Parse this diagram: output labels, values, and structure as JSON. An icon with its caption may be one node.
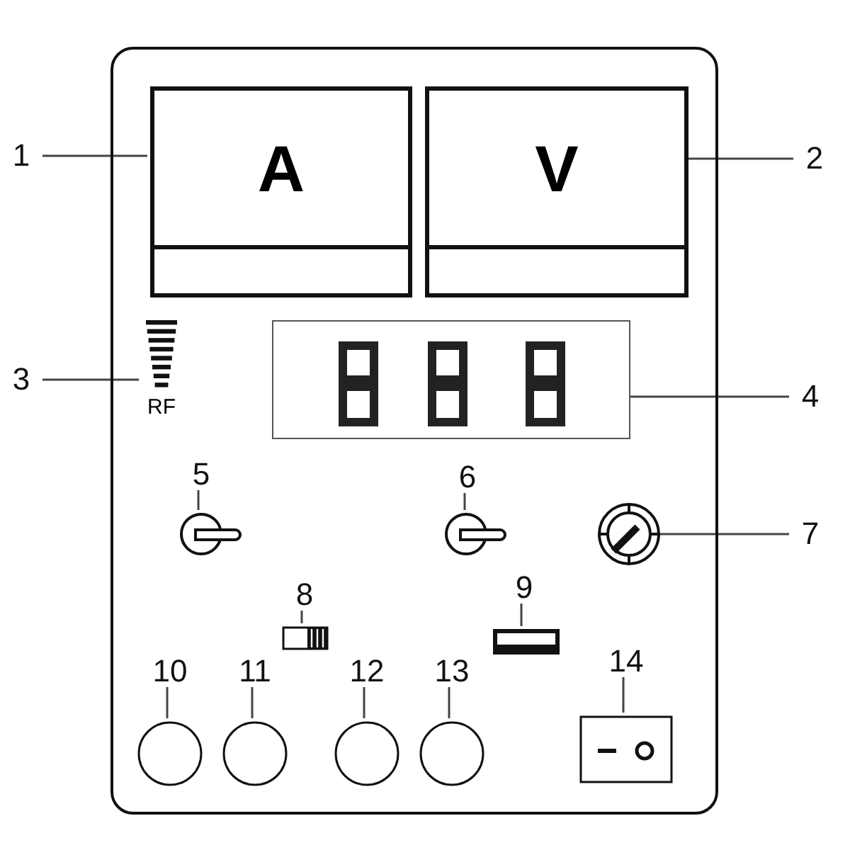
{
  "diagram": {
    "nodes": [
      {
        "text": [],
        "shape": "box"
      },
      {
        "text": [
          "A"
        ],
        "in": 0
      },
      {
        "text": [
          "V"
        ],
        "in": 0
      },
      {
        "text": [
          "RF"
        ],
        "in": 0
      },
      {
        "text": [],
        "shape": "box",
        "in": 0
      },
      {
        "text": [],
        "shape": "toggle",
        "in": 0
      },
      {
        "text": [],
        "shape": "toggle",
        "in": 0
      },
      {
        "text": [],
        "shape": "knob",
        "in": 0
      },
      {
        "text": [],
        "shape": "slider",
        "in": 0
      },
      {
        "text": [],
        "shape": "bar",
        "in": 0
      },
      {
        "text": [],
        "shape": "circle",
        "in": 0
      },
      {
        "text": [],
        "shape": "circle",
        "in": 0
      },
      {
        "text": [],
        "shape": "circle",
        "in": 0
      },
      {
        "text": [],
        "shape": "circle",
        "in": 0
      },
      {
        "text": [],
        "shape": "box",
        "in": 0
      },
      {
        "text": [
          "1"
        ]
      },
      {
        "text": [
          "2"
        ]
      },
      {
        "text": [
          "3"
        ]
      },
      {
        "text": [
          "4"
        ]
      },
      {
        "text": [
          "5"
        ],
        "in": 0
      },
      {
        "text": [
          "6"
        ],
        "in": 0
      },
      {
        "text": [
          "7"
        ]
      },
      {
        "text": [
          "8"
        ],
        "in": 0
      },
      {
        "text": [
          "9"
        ],
        "in": 0
      },
      {
        "text": [
          "10"
        ],
        "in": 0
      },
      {
        "text": [
          "11"
        ],
        "in": 0
      },
      {
        "text": [
          "12"
        ],
        "in": 0
      },
      {
        "text": [
          "13"
        ],
        "in": 0
      },
      {
        "text": [
          "14"
        ],
        "in": 0
      }
    ],
    "edges": [
      {
        "from": 15,
        "to": 1,
        "arrow": "none"
      },
      {
        "from": 16,
        "to": 2,
        "arrow": "none"
      },
      {
        "from": 17,
        "to": 3,
        "arrow": "none"
      },
      {
        "from": 18,
        "to": 4,
        "arrow": "none"
      },
      {
        "from": 19,
        "to": 5,
        "arrow": "none"
      },
      {
        "from": 20,
        "to": 6,
        "arrow": "none"
      },
      {
        "from": 21,
        "to": 7,
        "arrow": "none"
      },
      {
        "from": 22,
        "to": 8,
        "arrow": "none"
      },
      {
        "from": 23,
        "to": 9,
        "arrow": "none"
      },
      {
        "from": 24,
        "to": 10,
        "arrow": "none"
      },
      {
        "from": 25,
        "to": 11,
        "arrow": "none"
      },
      {
        "from": 26,
        "to": 12,
        "arrow": "none"
      },
      {
        "from": 27,
        "to": 13,
        "arrow": "none"
      },
      {
        "from": 28,
        "to": 14,
        "arrow": "none"
      }
    ]
  }
}
